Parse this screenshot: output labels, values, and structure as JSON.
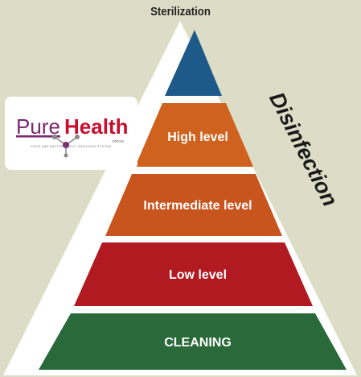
{
  "diagram": {
    "top_label": "Sterilization",
    "side_label": "Disinfection",
    "levels": [
      {
        "label": "",
        "color": "#1d5a8a"
      },
      {
        "label": "High level",
        "color": "#d0621f"
      },
      {
        "label": "Intermediate level",
        "color": "#c9551e"
      },
      {
        "label": "Low level",
        "color": "#b11a21"
      },
      {
        "label": "CLEANING",
        "color": "#2a6a3a"
      }
    ]
  },
  "logo": {
    "brand_left": "Pure",
    "brand_right": "Health",
    "sub_brand": "ORION",
    "tagline": "VIRUS AND BACTERIA SELF-SHIELDING SYSTEM",
    "brand_color": "#c8102e",
    "text_color": "#7a2a6f"
  }
}
